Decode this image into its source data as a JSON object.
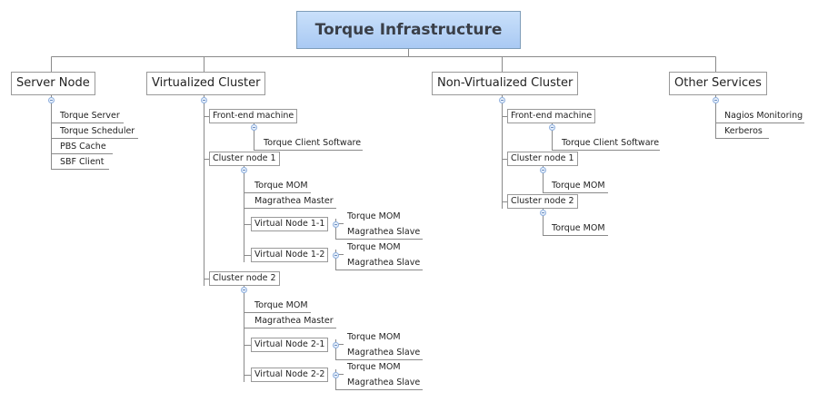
{
  "diagram": {
    "root": "Torque Infrastructure",
    "server_node": {
      "label": "Server Node",
      "items": [
        "Torque Server",
        "Torque Scheduler",
        "PBS Cache",
        "SBF Client"
      ]
    },
    "virtualized_cluster": {
      "label": "Virtualized Cluster",
      "frontend": {
        "label": "Front-end machine",
        "child": "Torque Client Software"
      },
      "node1": {
        "label": "Cluster node 1",
        "mom": "Torque MOM",
        "master": "Magrathea Master",
        "vnodes": [
          {
            "label": "Virtual Node 1-1",
            "mom": "Torque MOM",
            "slave": "Magrathea Slave"
          },
          {
            "label": "Virtual Node 1-2",
            "mom": "Torque MOM",
            "slave": "Magrathea Slave"
          }
        ]
      },
      "node2": {
        "label": "Cluster node 2",
        "mom": "Torque MOM",
        "master": "Magrathea Master",
        "vnodes": [
          {
            "label": "Virtual Node 2-1",
            "mom": "Torque MOM",
            "slave": "Magrathea Slave"
          },
          {
            "label": "Virtual Node 2-2",
            "mom": "Torque MOM",
            "slave": "Magrathea Slave"
          }
        ]
      }
    },
    "non_virtualized_cluster": {
      "label": "Non-Virtualized Cluster",
      "frontend": {
        "label": "Front-end machine",
        "child": "Torque Client Software"
      },
      "node1": {
        "label": "Cluster node 1",
        "mom": "Torque MOM"
      },
      "node2": {
        "label": "Cluster node 2",
        "mom": "Torque MOM"
      }
    },
    "other_services": {
      "label": "Other Services",
      "items": [
        "Nagios Monitoring",
        "Kerberos"
      ]
    }
  }
}
